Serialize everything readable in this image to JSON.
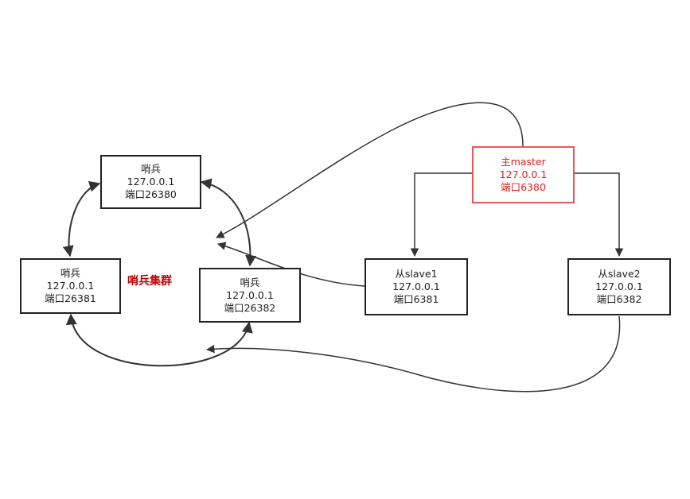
{
  "nodes": {
    "sentinel_top": {
      "lines": [
        "哨兵",
        "127.0.0.1",
        "端口26380"
      ]
    },
    "sentinel_left": {
      "lines": [
        "哨兵",
        "127.0.0.1",
        "端口26381"
      ]
    },
    "sentinel_mid": {
      "lines": [
        "哨兵",
        "127.0.0.1",
        "端口26382"
      ]
    },
    "master": {
      "lines": [
        "主master",
        "127.0.0.1",
        "端口6380"
      ]
    },
    "slave1": {
      "lines": [
        "从slave1",
        "127.0.0.1",
        "端口6381"
      ]
    },
    "slave2": {
      "lines": [
        "从slave2",
        "127.0.0.1",
        "端口6382"
      ]
    }
  },
  "cluster_label": "哨兵集群",
  "colors": {
    "line": "#333333",
    "box_border": "#222222",
    "master_border": "#e85a5a",
    "master_text": "#e02020",
    "cluster_label": "#c00000"
  }
}
